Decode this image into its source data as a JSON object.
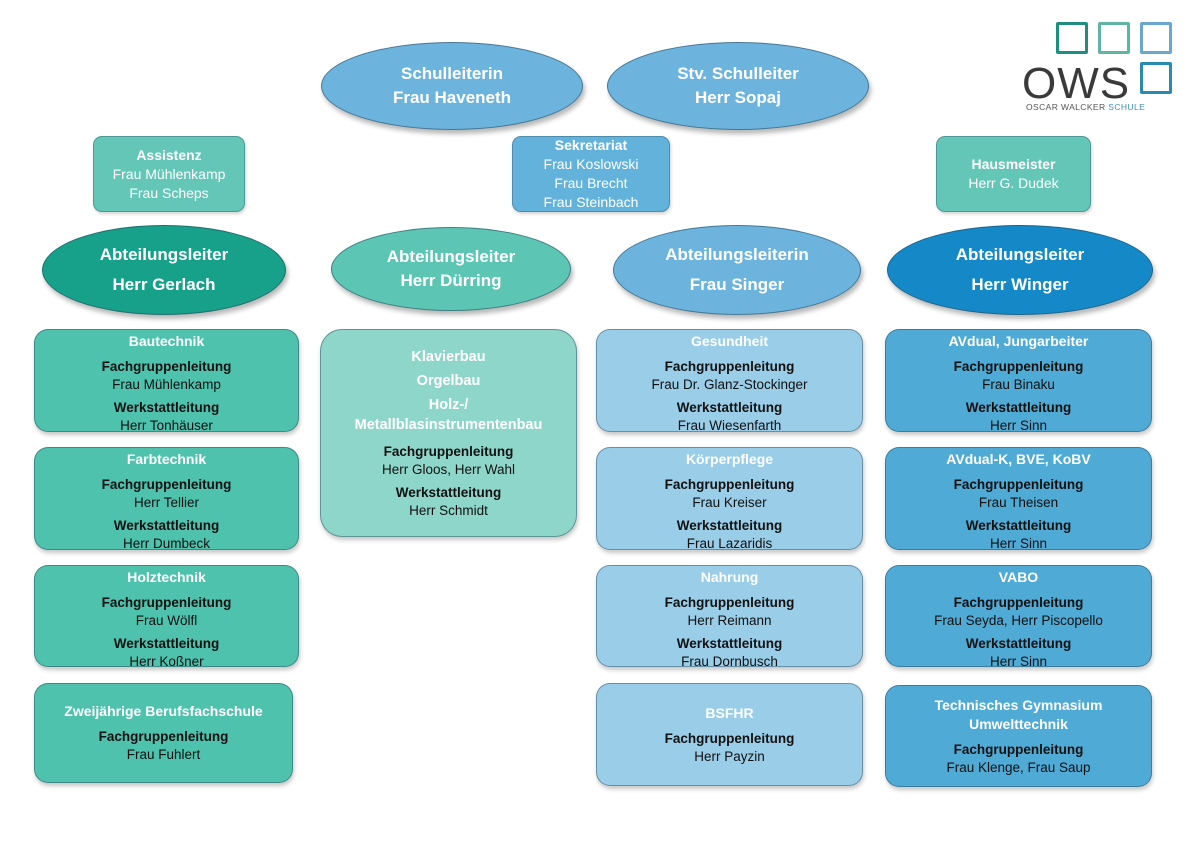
{
  "logo": {
    "letters": "OWS",
    "sub_part1": "OSCAR WALCKER",
    "sub_part2": "SCHULE",
    "square_colors": [
      "#1e8f7e",
      "#5fb4a2",
      "#6aa7cf",
      "#2a8bb0"
    ]
  },
  "leadership": {
    "head": {
      "title": "Schulleiterin",
      "name": "Frau Haveneth"
    },
    "deputy": {
      "title": "Stv. Schulleiter",
      "name": "Herr Sopaj"
    }
  },
  "staff": {
    "assistenz": {
      "title": "Assistenz",
      "people": [
        "Frau Mühlenkamp",
        "Frau Scheps"
      ]
    },
    "sekretariat": {
      "title": "Sekretariat",
      "people": [
        "Frau Koslowski",
        "Frau Brecht",
        "Frau Steinbach"
      ]
    },
    "hausmeister": {
      "title": "Hausmeister",
      "people": [
        "Herr G. Dudek"
      ]
    }
  },
  "colors": {
    "teal_dark": "#17a08a",
    "teal": "#5cc5b3",
    "blue_light": "#6cb4dd",
    "blue_dark": "#1589c8",
    "unit_green": "#4fc2ad",
    "unit_green_light": "#8fd6ca",
    "unit_blue_light": "#99cde8",
    "unit_blue": "#4faad6"
  },
  "departments": [
    {
      "title": "Abteilungsleiter",
      "head": "Herr Gerlach",
      "units": [
        {
          "name": "Bautechnik",
          "fg_label": "Fachgruppenleitung",
          "fg": "Frau Mühlenkamp",
          "ws_label": "Werkstattleitung",
          "ws": "Herr Tonhäuser"
        },
        {
          "name": "Farbtechnik",
          "fg_label": "Fachgruppenleitung",
          "fg": "Herr Tellier",
          "ws_label": "Werkstattleitung",
          "ws": "Herr Dumbeck"
        },
        {
          "name": "Holztechnik",
          "fg_label": "Fachgruppenleitung",
          "fg": "Frau Wölfl",
          "ws_label": "Werkstattleitung",
          "ws": "Herr Koßner"
        },
        {
          "name": "Zweijährige Berufsfachschule",
          "fg_label": "Fachgruppenleitung",
          "fg": "Frau Fuhlert"
        }
      ]
    },
    {
      "title": "Abteilungsleiter",
      "head": "Herr Dürring",
      "units": [
        {
          "subjects": [
            "Klavierbau",
            "Orgelbau",
            "Holz-/",
            "Metallblasinstrumentenbau"
          ],
          "fg_label": "Fachgruppenleitung",
          "fg": "Herr Gloos, Herr Wahl",
          "ws_label": "Werkstattleitung",
          "ws": "Herr Schmidt"
        }
      ]
    },
    {
      "title": "Abteilungsleiterin",
      "head": "Frau Singer",
      "units": [
        {
          "name": "Gesundheit",
          "fg_label": "Fachgruppenleitung",
          "fg": "Frau Dr. Glanz-Stockinger",
          "ws_label": "Werkstattleitung",
          "ws": "Frau Wiesenfarth"
        },
        {
          "name": "Körperpflege",
          "fg_label": "Fachgruppenleitung",
          "fg": "Frau Kreiser",
          "ws_label": "Werkstattleitung",
          "ws": "Frau Lazaridis"
        },
        {
          "name": "Nahrung",
          "fg_label": "Fachgruppenleitung",
          "fg": "Herr Reimann",
          "ws_label": "Werkstattleitung",
          "ws": "Frau Dornbusch"
        },
        {
          "name": "BSFHR",
          "fg_label": "Fachgruppenleitung",
          "fg": "Herr Payzin"
        }
      ]
    },
    {
      "title": "Abteilungsleiter",
      "head": "Herr Winger",
      "units": [
        {
          "name": "AVdual, Jungarbeiter",
          "fg_label": "Fachgruppenleitung",
          "fg": "Frau Binaku",
          "ws_label": "Werkstattleitung",
          "ws": "Herr Sinn"
        },
        {
          "name": "AVdual-K, BVE, KoBV",
          "fg_label": "Fachgruppenleitung",
          "fg": "Frau Theisen",
          "ws_label": "Werkstattleitung",
          "ws": "Herr Sinn"
        },
        {
          "name": "VABO",
          "fg_label": "Fachgruppenleitung",
          "fg": "Frau Seyda, Herr Piscopello",
          "ws_label": "Werkstattleitung",
          "ws": "Herr Sinn"
        },
        {
          "name": "Technisches Gymnasium",
          "name2": "Umwelttechnik",
          "fg_label": "Fachgruppenleitung",
          "fg": "Frau Klenge, Frau Saup"
        }
      ]
    }
  ]
}
